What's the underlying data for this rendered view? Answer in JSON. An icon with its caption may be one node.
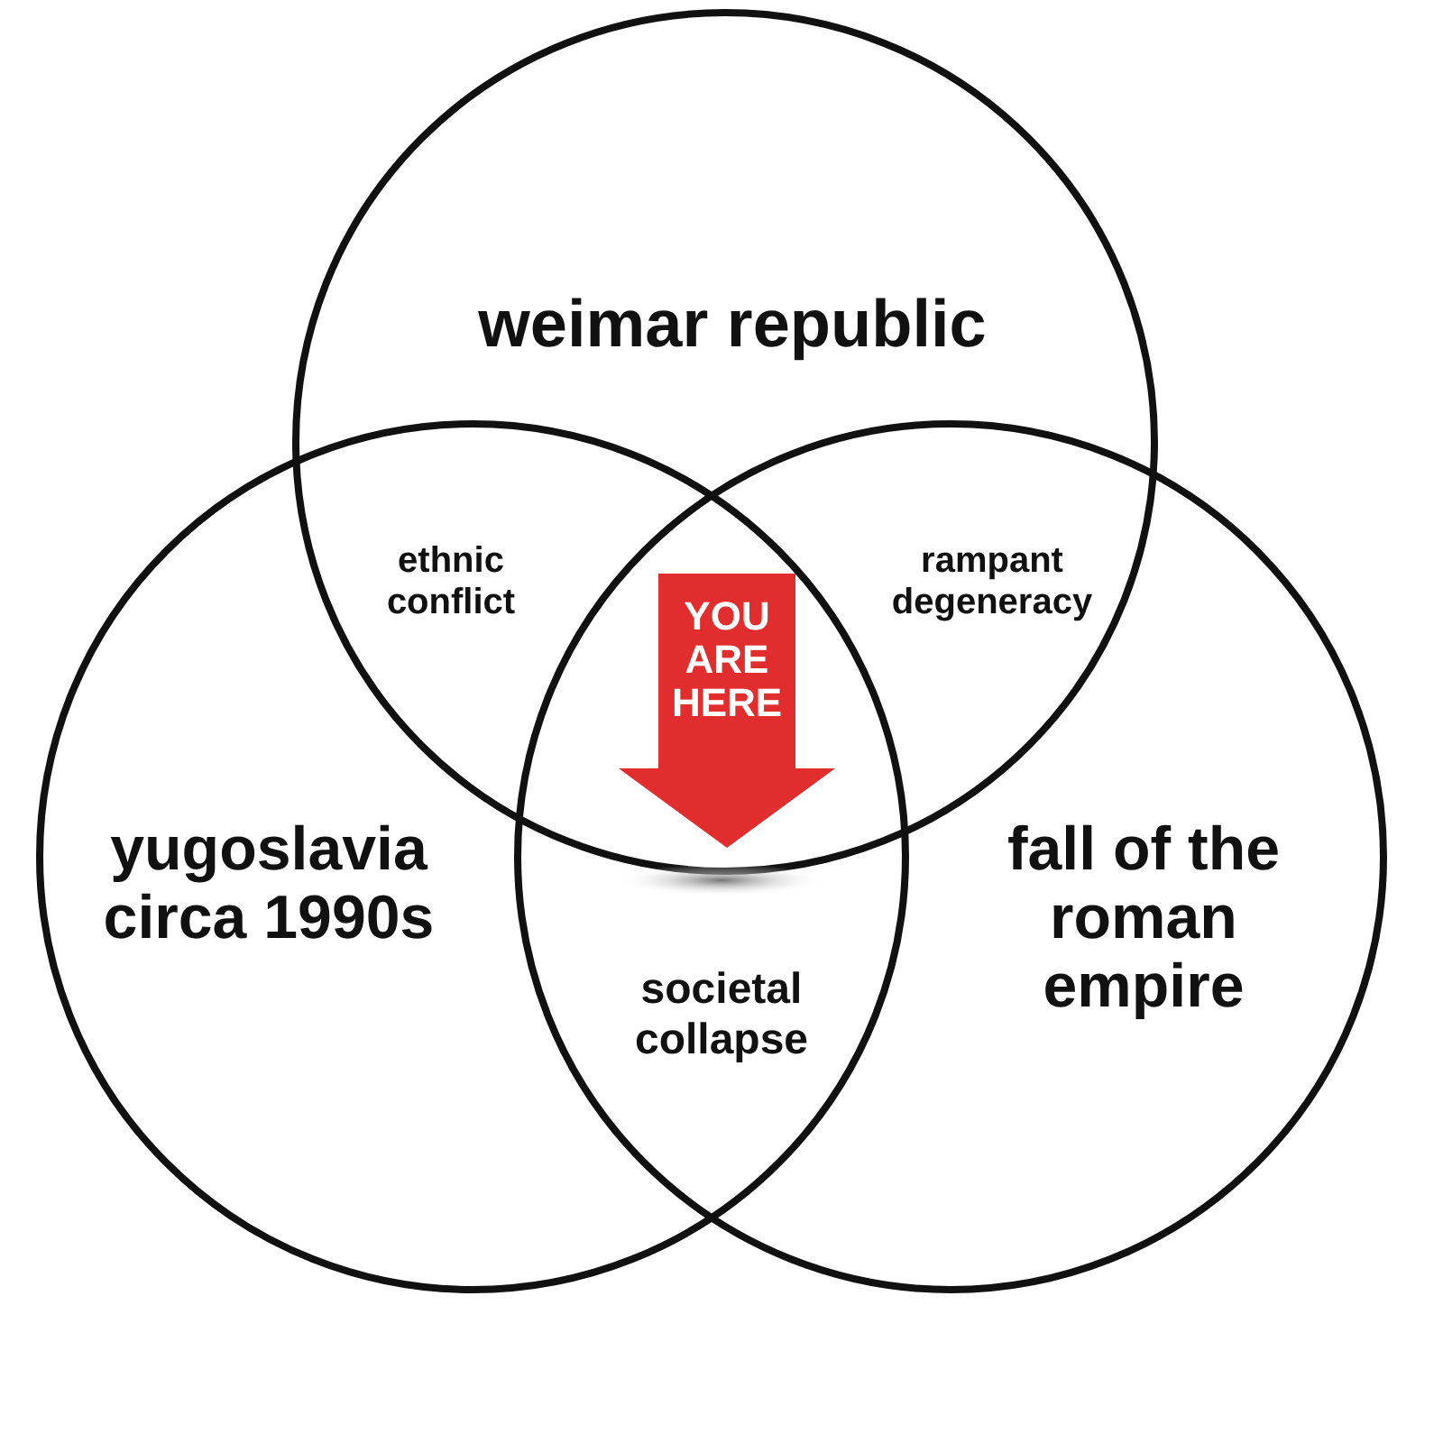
{
  "diagram": {
    "nodes": [
      {
        "text": [
          "weimar republic"
        ]
      },
      {
        "text": [
          "yugoslavia circa 1990s"
        ]
      },
      {
        "text": [
          "fall of the roman empire"
        ]
      },
      {
        "text": [
          "YOU ARE HERE"
        ]
      }
    ],
    "labels": [
      "ethnic conflict",
      "rampant degeneracy",
      "societal collapse"
    ]
  }
}
